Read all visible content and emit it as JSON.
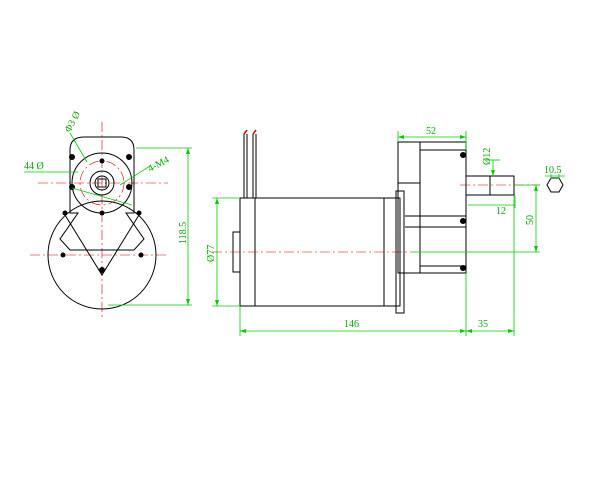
{
  "colors": {
    "outline": "#000000",
    "dimension": "#00cc00",
    "centerline": "#dd0000",
    "background": "#ffffff"
  },
  "dimensions": {
    "flange_circle": "Φ3 Ø",
    "bore_circle": "44 Ø",
    "mount_holes": "4-M4",
    "overall_height": "118.5",
    "motor_diameter": "Ø77",
    "gearbox_width": "52",
    "shaft_diameter": "Ø12",
    "flat_width": "10.5",
    "key_length": "12",
    "shaft_offset": "50",
    "motor_length": "146",
    "shaft_length": "35"
  }
}
